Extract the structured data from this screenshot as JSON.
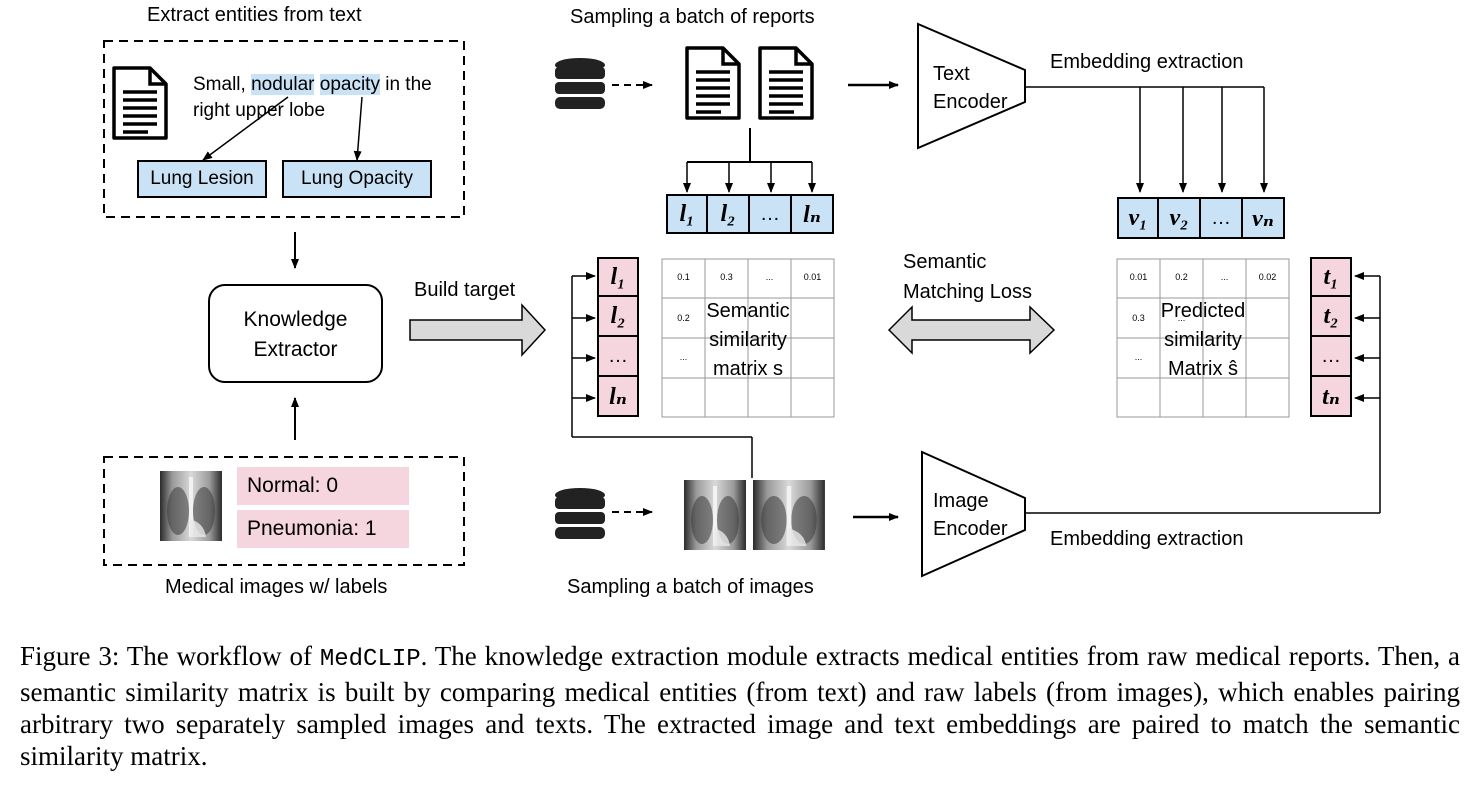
{
  "labels": {
    "extract_title": "Extract entities from text",
    "report_snippet_plain1": "Small, ",
    "report_hl1": "nodular",
    "report_snippet_plain2": " ",
    "report_hl2": "opacity",
    "report_snippet_plain3": " in the",
    "report_line2": "right upper lobe",
    "entity1": "Lung Lesion",
    "entity2": "Lung Opacity",
    "knowledge_extractor_line1": "Knowledge",
    "knowledge_extractor_line2": "Extractor",
    "build_target": "Build target",
    "label_normal": "Normal: 0",
    "label_pneumonia": "Pneumonia: 1",
    "medical_images_caption": "Medical images w/ labels",
    "sampling_reports": "Sampling a batch of reports",
    "sampling_images": "Sampling a batch of images",
    "text_encoder_line1": "Text",
    "text_encoder_line2": "Encoder",
    "image_encoder_line1": "Image",
    "image_encoder_line2": "Encoder",
    "embedding_extraction_top": "Embedding extraction",
    "embedding_extraction_bottom": "Embedding extraction",
    "semantic_matching_line1": "Semantic",
    "semantic_matching_line2": "Matching Loss",
    "semantic_matrix_line1": "Semantic",
    "semantic_matrix_line2": "similarity",
    "semantic_matrix_line3": "matrix s",
    "predicted_matrix_line1": "Predicted",
    "predicted_matrix_line2": "similarity",
    "predicted_matrix_line3": "Matrix ŝ"
  },
  "vectors": {
    "l_top": [
      "l₁",
      "l₂",
      "…",
      "lₙ"
    ],
    "l_left": [
      "l₁",
      "l₂",
      "…",
      "lₙ"
    ],
    "v_top": [
      "v₁",
      "v₂",
      "…",
      "vₙ"
    ],
    "t_right": [
      "t₁",
      "t₂",
      "…",
      "tₙ"
    ]
  },
  "semantic_matrix_cells": {
    "r0c0": "0.1",
    "r0c1": "0.3",
    "r0c2": "...",
    "r0c3": "0.01",
    "r1c0": "0.2",
    "r2c0": "..."
  },
  "predicted_matrix_cells": {
    "r0c0": "0.01",
    "r0c1": "0.2",
    "r0c2": "...",
    "r0c3": "0.02",
    "r1c0": "0.3",
    "r1c1": "...",
    "r2c0": "..."
  },
  "caption": {
    "prefix": "Figure 3: The workflow of ",
    "code": "MedCLIP",
    "rest": ". The knowledge extraction module extracts medical entities from raw medical reports. Then, a semantic similarity matrix is built by comparing medical entities (from text) and raw labels (from images), which enables pairing arbitrary two separately sampled images and texts. The extracted image and text embeddings are paired to match the semantic similarity matrix."
  },
  "icons": [
    "document-icon",
    "database-icon",
    "xray-image"
  ]
}
